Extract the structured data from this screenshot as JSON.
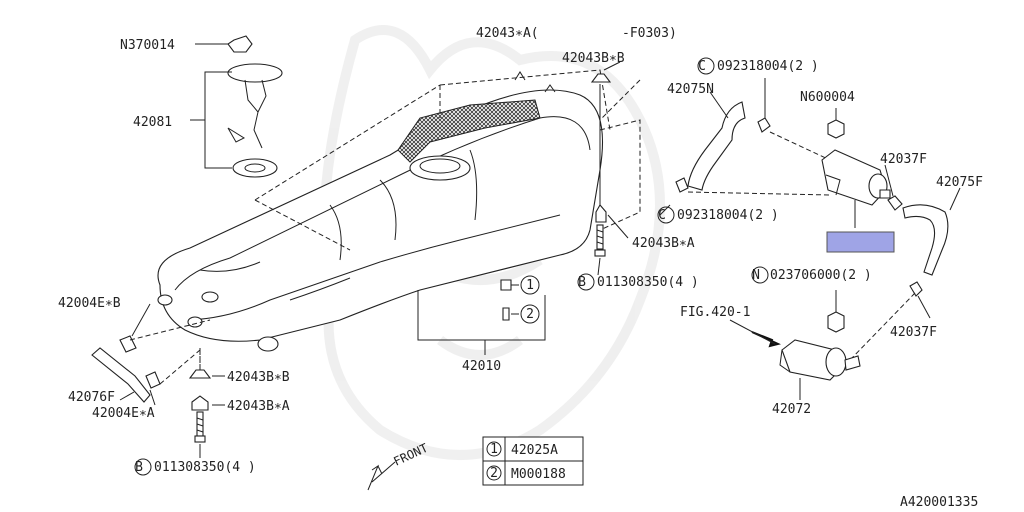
{
  "labels": {
    "n370014": "N370014",
    "p42081": "42081",
    "p42043a_top": "42043∗A(",
    "f0303": "-F0303)",
    "p42043b_top": "42043B∗B",
    "c092_top": "092318004(2 )",
    "c_symbol": "C",
    "p42075n": "42075N",
    "n600004": "N600004",
    "p42037f_top": "42037F",
    "p42075f": "42075F",
    "c092_mid": "092318004(2 )",
    "p42043b_a_mid": "42043B∗A",
    "b011_mid": "011308350(4 )",
    "b_symbol": "B",
    "n_symbol": "N",
    "n023": "023706000(2 )",
    "fig420": "FIG.420-1",
    "p42037f_bot": "42037F",
    "p42072": "42072",
    "p42010": "42010",
    "p42004eb": "42004E∗B",
    "p42076f": "42076F",
    "p42004ea": "42004E∗A",
    "p42043bb_bot": "42043B∗B",
    "p42043ba_bot": "42043B∗A",
    "b011_bot": "011308350(4 )",
    "front": "FRONT",
    "callout1": "1",
    "callout2": "2",
    "diagram_id": "A420001335"
  },
  "legend": [
    {
      "num": "1",
      "part": "42025A"
    },
    {
      "num": "2",
      "part": "M000188"
    }
  ],
  "colors": {
    "highlight": "#9fa4e6",
    "line": "#222222"
  }
}
